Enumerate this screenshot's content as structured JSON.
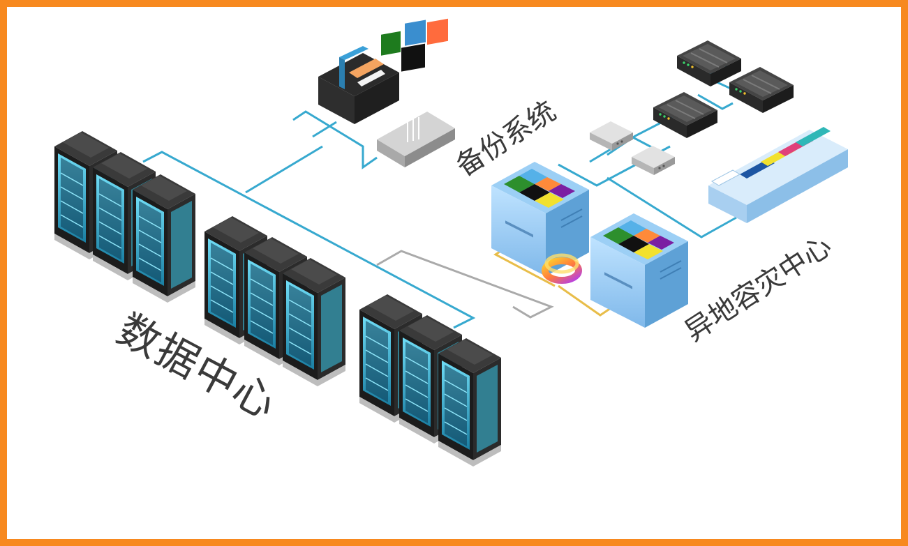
{
  "labels": {
    "data_center": "数据中心",
    "backup_system": "备份系统",
    "dr_center": "异地容灾中心"
  },
  "colors": {
    "frame": "#f7891f",
    "link": "#37a9cf",
    "grey_link": "#aaaaaa",
    "storage_link": "#e8bd49",
    "label": "#3a3a3a",
    "rack_glow": "#39c4e6"
  },
  "icons": {
    "rack": "server-rack-icon",
    "backup_box": "storage-box-icon",
    "backup_appliance": "backup-appliance-icon",
    "storage_array": "storage-array-icon",
    "router": "router-icon",
    "blade_server": "blade-server-icon",
    "tape_library": "tape-library-icon",
    "replication": "replication-ring-icon"
  }
}
